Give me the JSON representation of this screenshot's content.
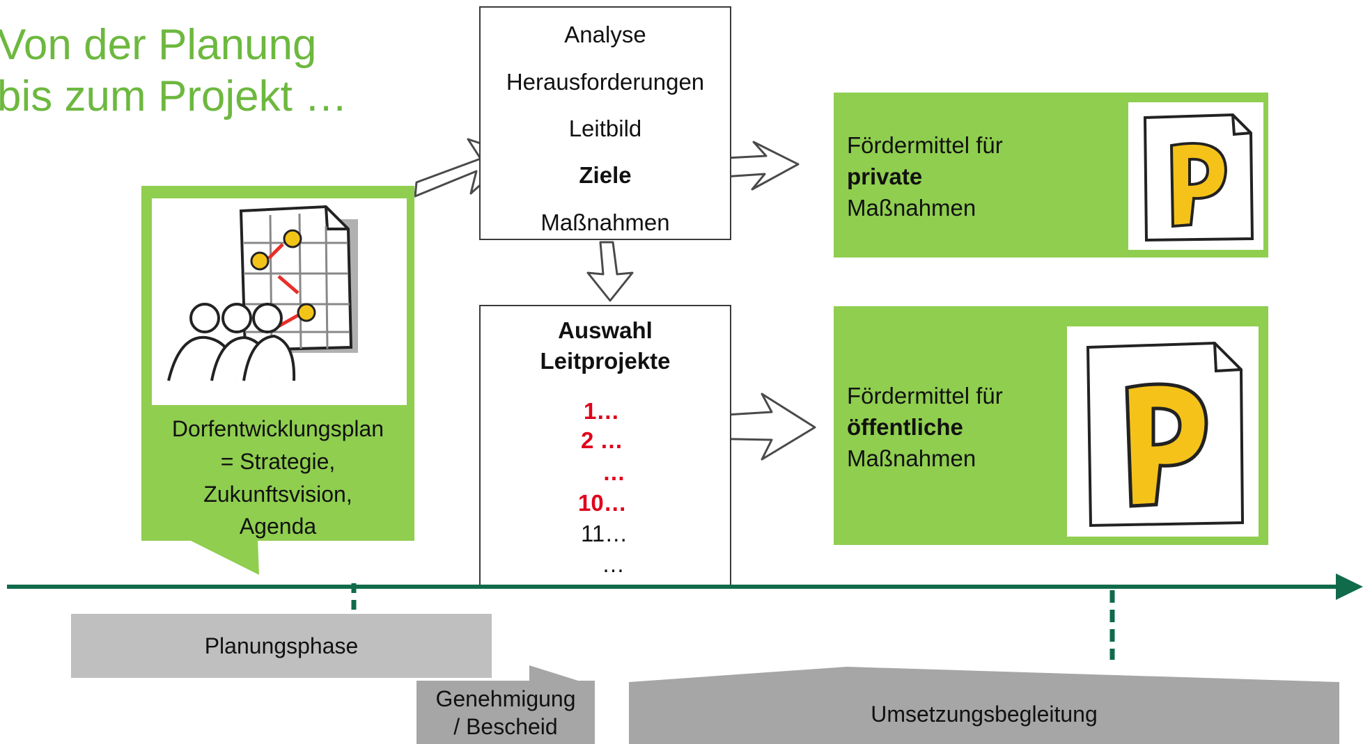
{
  "title": {
    "line1": "Von der Planung",
    "line2": "bis zum Projekt …"
  },
  "process_box": {
    "items": [
      "Analyse",
      "Herausforderungen",
      "Leitbild",
      "Ziele",
      "Maßnahmen"
    ]
  },
  "selection_box": {
    "heading_line1": "Auswahl",
    "heading_line2": "Leitprojekte",
    "items": [
      "1…",
      "2 …",
      "…",
      "10…",
      "11…",
      "…"
    ]
  },
  "plan_callout": {
    "caption_lines": [
      "Dorfentwicklungsplan",
      "= Strategie,",
      "Zukunftsvision,",
      "Agenda"
    ]
  },
  "private_funding": {
    "line1": "Fördermittel für",
    "line2": "private",
    "line3": "Maßnahmen"
  },
  "public_funding": {
    "line1": "Fördermittel für",
    "line2": "öffentliche",
    "line3": "Maßnahmen"
  },
  "phases": {
    "planning": "Planungsphase",
    "approval_line1": "Genehmigung",
    "approval_line2": "/ Bescheid",
    "implementation": "Umsetzungsbegleitung"
  },
  "colors": {
    "title_green": "#6db83f",
    "panel_green": "#8fce4f",
    "timeline": "#0f6b4a",
    "highlight_red": "#e0001a",
    "planning_bar": "#bfbfbf",
    "implementation_bar": "#a6a6a6"
  },
  "icons": {
    "plan": "planning-document-illustration",
    "parking_document": "p-document-illustration"
  }
}
